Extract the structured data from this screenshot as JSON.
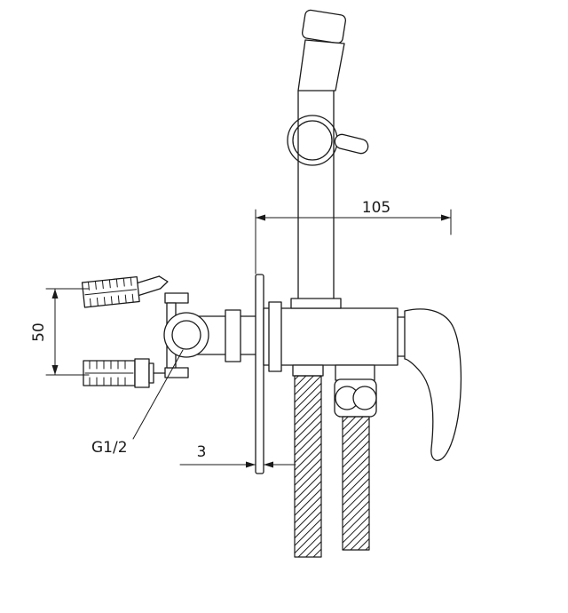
{
  "diagram": {
    "type": "technical-drawing",
    "labels": {
      "dim_horizontal": "105",
      "dim_vertical": "50",
      "dim_wall_thickness": "3",
      "thread_size": "G1/2"
    },
    "colors": {
      "line": "#1a1a1a",
      "background": "#ffffff"
    }
  }
}
